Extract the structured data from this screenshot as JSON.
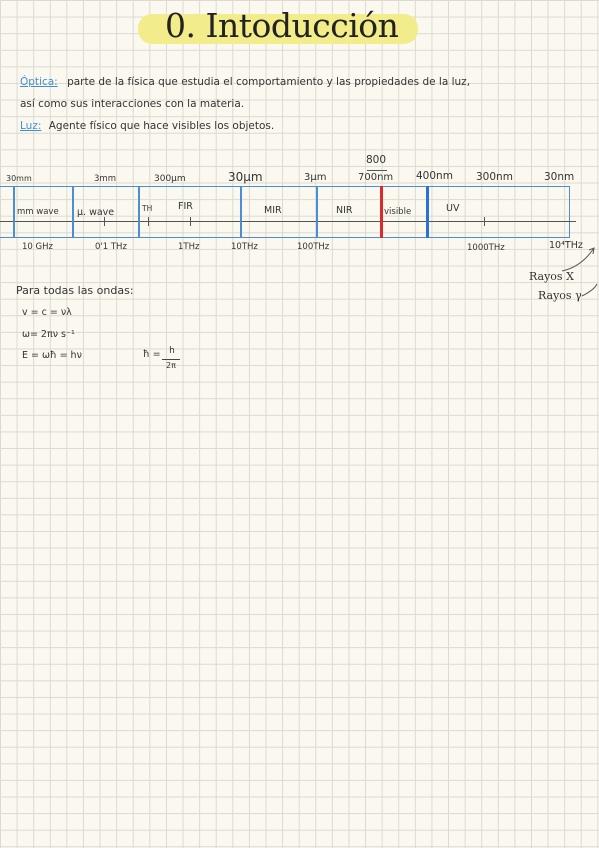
{
  "title": "0. Intoducción",
  "intro": {
    "optica_term": "Óptica:",
    "optica_text_1": "parte de la física que estudia el comportamiento y las propiedades de la luz,",
    "optica_text_2": "así como sus interacciones con la materia.",
    "luz_term": "Luz:",
    "luz_text": "Agente físico que hace visibles los objetos."
  },
  "spectrum": {
    "wavelengths": [
      "30mm",
      "3mm",
      "300μm",
      "30μm",
      "3μm",
      "700nm",
      "400nm",
      "300nm",
      "30nm"
    ],
    "visible_upper": "800",
    "bands": [
      "mm wave",
      "μ. wave",
      "TH",
      "FIR",
      "MIR",
      "NIR",
      "visible",
      "UV"
    ],
    "frequencies": [
      "10 GHz",
      "0'1 THz",
      "1THz",
      "10THz",
      "100THz",
      "1000THz",
      "10⁴THz"
    ],
    "rayos_x": "Rayos X",
    "rayos_gamma": "Rayos γ"
  },
  "waves": {
    "heading": "Para todas las ondas:",
    "eq1": "v = c = νλ",
    "eq2": "ω= 2πν s⁻¹",
    "eq3": "E = ωħ = hν",
    "hbar_lhs": "ħ =",
    "hbar_num": "h",
    "hbar_den": "2π"
  }
}
